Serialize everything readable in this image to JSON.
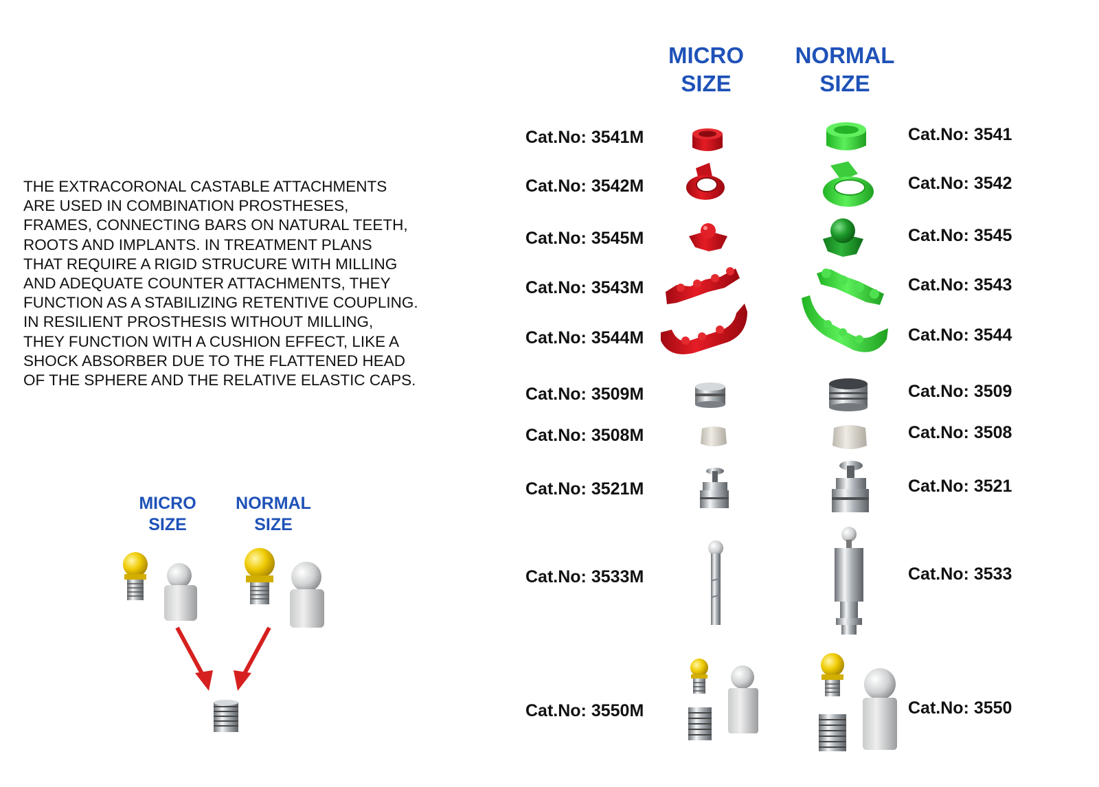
{
  "column_headers": {
    "micro": [
      "MICRO",
      "SIZE"
    ],
    "normal": [
      "NORMAL",
      "SIZE"
    ]
  },
  "description_lines": [
    "THE EXTRACORONAL CASTABLE ATTACHMENTS",
    "ARE USED IN COMBINATION PROSTHESES,",
    "FRAMES, CONNECTING BARS ON NATURAL TEETH,",
    "ROOTS AND IMPLANTS. IN TREATMENT PLANS",
    "THAT REQUIRE A RIGID STRUCURE WITH MILLING",
    "AND ADEQUATE COUNTER ATTACHMENTS, THEY",
    "FUNCTION AS A STABILIZING RETENTIVE COUPLING.",
    "IN RESILIENT PROSTHESIS WITHOUT MILLING,",
    "THEY FUNCTION WITH A CUSHION EFFECT, LIKE A",
    "SHOCK ABSORBER DUE TO THE FLATTENED HEAD",
    "OF THE SPHERE AND THE RELATIVE ELASTIC CAPS."
  ],
  "products": [
    {
      "micro": "Cat.No: 3541M",
      "normal": "Cat.No: 3541",
      "part": "cap-cylinder",
      "color": "red-green"
    },
    {
      "micro": "Cat.No: 3542M",
      "normal": "Cat.No: 3542",
      "part": "ring-cap",
      "color": "red-green"
    },
    {
      "micro": "Cat.No: 3545M",
      "normal": "Cat.No: 3545",
      "part": "sphere-base",
      "color": "red-green"
    },
    {
      "micro": "Cat.No: 3543M",
      "normal": "Cat.No: 3543",
      "part": "bar-straight",
      "color": "red-green"
    },
    {
      "micro": "Cat.No: 3544M",
      "normal": "Cat.No: 3544",
      "part": "bar-curved",
      "color": "red-green"
    },
    {
      "micro": "Cat.No: 3509M",
      "normal": "Cat.No: 3509",
      "part": "metal-housing",
      "color": "steel"
    },
    {
      "micro": "Cat.No: 3508M",
      "normal": "Cat.No: 3508",
      "part": "elastic-cap",
      "color": "translucent"
    },
    {
      "micro": "Cat.No: 3521M",
      "normal": "Cat.No: 3521",
      "part": "insertion-tool",
      "color": "steel"
    },
    {
      "micro": "Cat.No: 3533M",
      "normal": "Cat.No: 3533",
      "part": "parallelometer-pin",
      "color": "steel"
    },
    {
      "micro": "Cat.No: 3550M",
      "normal": "Cat.No: 3550",
      "part": "kit",
      "color": "gold-steel"
    }
  ],
  "colors": {
    "header_blue": "#1f52b8",
    "micro_part_red": "#d3141c",
    "normal_part_green": "#39d43a",
    "arrow_red": "#d62020",
    "gold": "#e8c400",
    "steel": "#9aa0a6"
  }
}
